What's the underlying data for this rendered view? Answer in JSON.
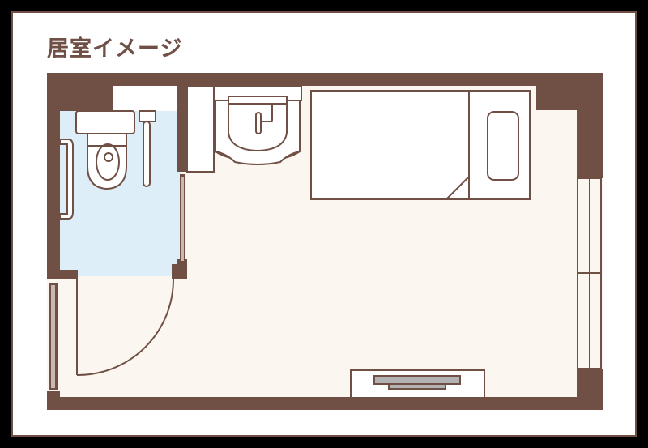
{
  "title": "居室イメージ",
  "colors": {
    "wall": "#704f45",
    "floor": "#fbf6ef",
    "bathroom_floor": "#ddeef9",
    "fixture_fill": "#ffffff",
    "tv_gray": "#b3b3b3",
    "background": "#000000",
    "card": "#ffffff"
  },
  "rooms": [
    {
      "name": "bathroom",
      "label": "toilet area"
    },
    {
      "name": "living-room",
      "label": "main room"
    }
  ],
  "fixtures": [
    {
      "name": "toilet"
    },
    {
      "name": "grab-bar"
    },
    {
      "name": "wash-basin"
    },
    {
      "name": "bed"
    },
    {
      "name": "pillow"
    },
    {
      "name": "tv-stand"
    },
    {
      "name": "swing-door"
    },
    {
      "name": "sliding-door"
    },
    {
      "name": "window"
    },
    {
      "name": "entrance-door"
    }
  ]
}
